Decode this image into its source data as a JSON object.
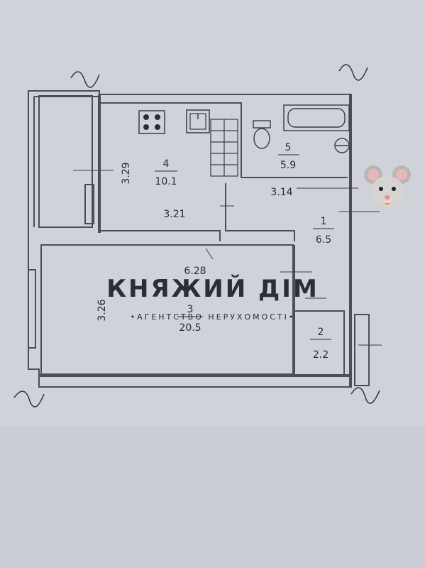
{
  "rooms": [
    {
      "number": "4",
      "area": "10.1"
    },
    {
      "number": "5",
      "area": "5.9"
    },
    {
      "number": "1",
      "area": "6.5"
    },
    {
      "number": "3",
      "area": "20.5"
    },
    {
      "number": "2",
      "area": "2.2"
    }
  ],
  "dimensions": {
    "kitchen_height": "3.29",
    "kitchen_width": "3.21",
    "bath_width": "3.14",
    "living_width": "6.28",
    "living_height": "3.26"
  },
  "watermark": {
    "title": "КНЯЖИЙ ДІМ",
    "subtitle": "•АГЕНТСТВО НЕРУХОМОСТІ•"
  },
  "sticker": {
    "icon": "mouse-face-icon"
  },
  "colors": {
    "paper": "#cfd3d9",
    "wall": "#4a4e56",
    "ink": "#2a2d33"
  }
}
